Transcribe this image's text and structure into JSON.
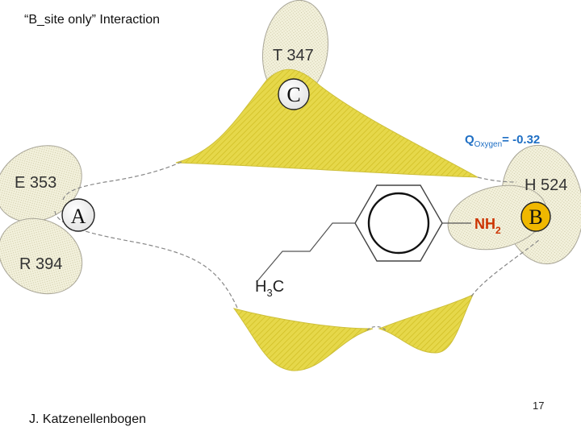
{
  "slide": {
    "title": "“B_site only” Interaction",
    "author": "J. Katzenellenbogen",
    "page_number": "17"
  },
  "residues": {
    "t347": "T 347",
    "e353": "E 353",
    "h524": "H 524",
    "r394": "R 394"
  },
  "sites": {
    "a": "A",
    "b": "B",
    "c": "C"
  },
  "ligand": {
    "amine_base": "NH",
    "amine_sub": "2",
    "methyl_h": "H",
    "methyl_sub": "3",
    "methyl_c": "C"
  },
  "charge": {
    "q": "Q",
    "q_sub": "Oxygen",
    "value": "= -0.32"
  },
  "colors": {
    "lobe_fill": "#f1efd8",
    "lobe_stroke": "#a9a698",
    "cavity_fill": "#e2d43e",
    "site_b_fill": "#f0b800",
    "amine": "#cc3300",
    "charge": "#1f6fc4",
    "outline": "#888888"
  }
}
